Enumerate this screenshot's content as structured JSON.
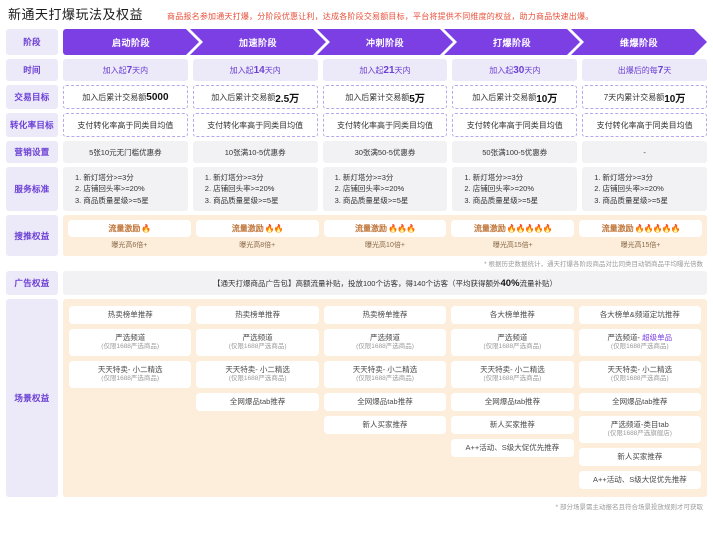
{
  "header": {
    "title": "新通天打爆玩法及权益",
    "subtitle": "商品报名参加通天打爆，分阶段优惠让利，达成各阶段交易额目标，平台将提供不同维度的权益，助力商品快速出爆。",
    "subtitle_color": "#e8503a"
  },
  "labels": {
    "stage": "阶段",
    "time": "时间",
    "trade_goal": "交易目标",
    "conversion_goal": "转化率目标",
    "marketing": "营销设置",
    "service": "服务标准",
    "search_rights": "搜推权益",
    "ad_rights": "广告权益",
    "scene_rights": "场景权益"
  },
  "stages": [
    {
      "name": "启动阶段"
    },
    {
      "name": "加速阶段"
    },
    {
      "name": "冲刺阶段"
    },
    {
      "name": "打爆阶段"
    },
    {
      "name": "维爆阶段"
    }
  ],
  "time": [
    {
      "prefix": "加入起",
      "num": "7",
      "suffix": "天内"
    },
    {
      "prefix": "加入起",
      "num": "14",
      "suffix": "天内"
    },
    {
      "prefix": "加入起",
      "num": "21",
      "suffix": "天内"
    },
    {
      "prefix": "加入起",
      "num": "30",
      "suffix": "天内"
    },
    {
      "prefix": "出爆后的每",
      "num": "7",
      "suffix": "天"
    }
  ],
  "trade_goal": [
    {
      "prefix": "加入后累计交易额",
      "num": "5000",
      "suffix": ""
    },
    {
      "prefix": "加入后累计交易额",
      "num": "2.5万",
      "suffix": ""
    },
    {
      "prefix": "加入后累计交易额",
      "num": "5万",
      "suffix": ""
    },
    {
      "prefix": "加入后累计交易额",
      "num": "10万",
      "suffix": ""
    },
    {
      "prefix": "7天内累计交易额",
      "num": "10万",
      "suffix": ""
    }
  ],
  "conversion_goal": [
    "支付转化率高于同类目均值",
    "支付转化率高于同类目均值",
    "支付转化率高于同类目均值",
    "支付转化率高于同类目均值",
    "支付转化率高于同类目均值"
  ],
  "marketing": [
    "5张10元无门槛优惠券",
    "10张满10-5优惠券",
    "30张满50-5优惠券",
    "50张满100-5优惠券",
    "-"
  ],
  "service_standard": {
    "lines": [
      "1. 新灯塔分>=3分",
      "2. 店铺回头率>=20%",
      "3. 商品质量星级>=5星"
    ]
  },
  "search_rights": {
    "chip_label": "流量激励",
    "columns": [
      {
        "flames": "🔥",
        "exposure": "曝光高6倍+"
      },
      {
        "flames": "🔥🔥",
        "exposure": "曝光高8倍+"
      },
      {
        "flames": "🔥🔥🔥",
        "exposure": "曝光高10倍+"
      },
      {
        "flames": "🔥🔥🔥🔥🔥",
        "exposure": "曝光高15倍+"
      },
      {
        "flames": "🔥🔥🔥🔥🔥",
        "exposure": "曝光高15倍+"
      }
    ],
    "note": "* 根据历史数据统计，通天打爆各阶段商品对比同类目动销商品平均曝光倍数"
  },
  "ad_rights": {
    "prefix": "【通天打爆商品广告包】高额流量补贴，投放100个访客，得140个访客（平均获得额外",
    "highlight": "40%",
    "suffix": "流量补贴）"
  },
  "scene_rights": {
    "columns": [
      [
        {
          "main": "热卖榜单推荐",
          "sub": ""
        },
        {
          "main": "严选频道",
          "sub": "(仅限1688严选商品)"
        },
        {
          "main": "天天特卖- 小二精选",
          "sub": "(仅限1688严选商品)"
        }
      ],
      [
        {
          "main": "热卖榜单推荐",
          "sub": ""
        },
        {
          "main": "严选频道",
          "sub": "(仅限1688严选商品)"
        },
        {
          "main": "天天特卖- 小二精选",
          "sub": "(仅限1688严选商品)"
        },
        {
          "main": "全网爆品tab推荐",
          "sub": ""
        }
      ],
      [
        {
          "main": "热卖榜单推荐",
          "sub": ""
        },
        {
          "main": "严选频道",
          "sub": "(仅限1688严选商品)"
        },
        {
          "main": "天天特卖- 小二精选",
          "sub": "(仅限1688严选商品)"
        },
        {
          "main": "全网爆品tab推荐",
          "sub": ""
        },
        {
          "main": "新人买家推荐",
          "sub": ""
        }
      ],
      [
        {
          "main": "各大榜单推荐",
          "sub": ""
        },
        {
          "main": "严选频道",
          "sub": "(仅限1688严选商品)"
        },
        {
          "main": "天天特卖- 小二精选",
          "sub": "(仅限1688严选商品)"
        },
        {
          "main": "全网爆品tab推荐",
          "sub": ""
        },
        {
          "main": "新人买家推荐",
          "sub": ""
        },
        {
          "main": "A++活动、S级大促优先推荐",
          "sub": ""
        }
      ],
      [
        {
          "main": "各大榜单&频道定坑推荐",
          "sub": ""
        },
        {
          "main": "严选频道- ",
          "highlight": "超级单品",
          "sub": "(仅限1688严选商品)"
        },
        {
          "main": "天天特卖- 小二精选",
          "sub": "(仅限1688严选商品)"
        },
        {
          "main": "全网爆品tab推荐",
          "sub": ""
        },
        {
          "main": "严选频道-类目tab",
          "sub": "(仅限1688严选旗舰店)"
        },
        {
          "main": "新人买家推荐",
          "sub": ""
        },
        {
          "main": "A++活动、S级大促优先推荐",
          "sub": ""
        }
      ]
    ],
    "note": "* 部分场景需主动报名且符合场景投放规则才可获取"
  }
}
